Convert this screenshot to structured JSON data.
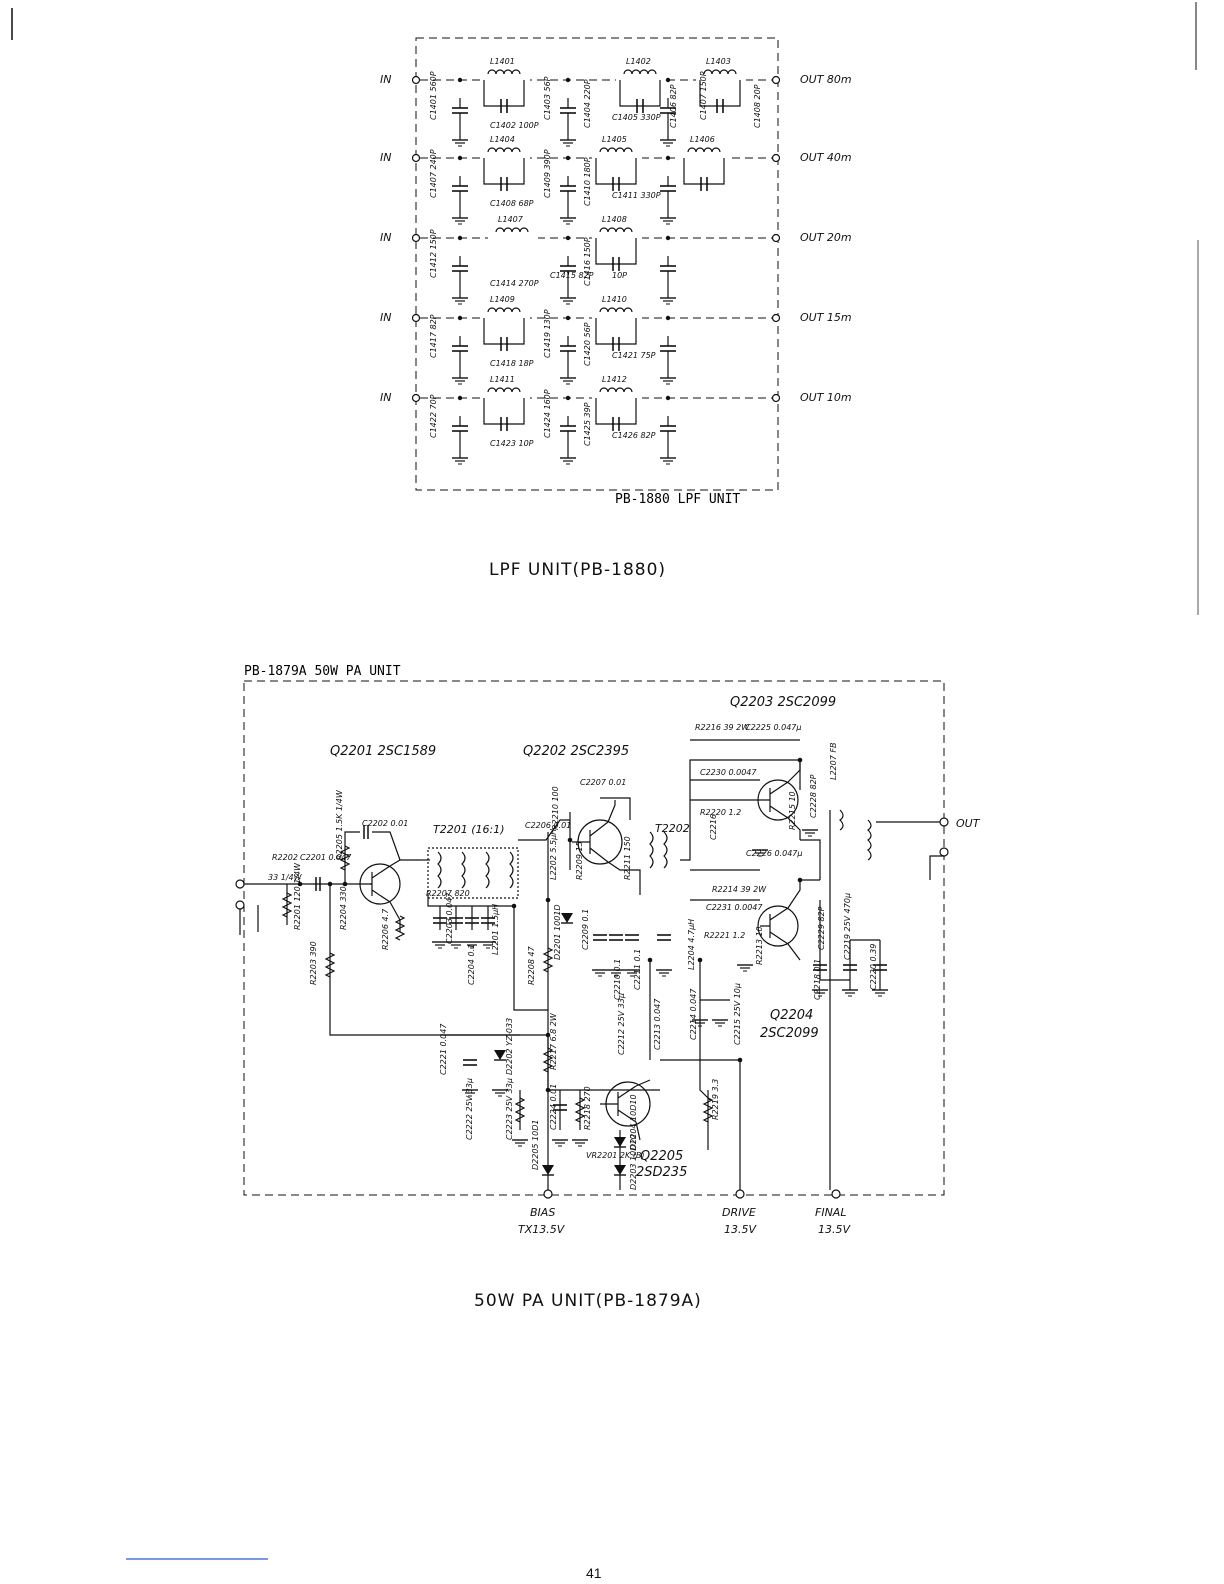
{
  "lpf": {
    "board_title": "PB-1880 LPF UNIT",
    "caption": "LPF UNIT(PB-1880)",
    "in_label": "IN",
    "rows": [
      {
        "out": "OUT 80m",
        "inductors": [
          "L1401",
          "L1402",
          "L1403"
        ],
        "caps": [
          "C1401 560P",
          "C1402 100P",
          "C1403 56P",
          "C1404 220P",
          "C1405 330P",
          "C1406 82P",
          "C1407 150P",
          "C1408 20P"
        ]
      },
      {
        "out": "OUT 40m",
        "inductors": [
          "L1404",
          "L1405",
          "L1406"
        ],
        "caps": [
          "C1407 240P",
          "C1408 68P",
          "C1409 390P",
          "C1410 180P",
          "C1411 330P"
        ]
      },
      {
        "out": "OUT 20m",
        "inductors": [
          "L1407",
          "L1408"
        ],
        "caps": [
          "C1412 150P",
          "C1414 270P",
          "C1415 82P",
          "C1416 150P",
          "10P"
        ]
      },
      {
        "out": "OUT 15m",
        "inductors": [
          "L1409",
          "L1410"
        ],
        "caps": [
          "C1417 82P",
          "C1418 18P",
          "C1419 130P",
          "C1420 56P",
          "C1421 75P"
        ]
      },
      {
        "out": "OUT 10m",
        "inductors": [
          "L1411",
          "L1412"
        ],
        "caps": [
          "C1422 70P",
          "C1423 10P",
          "C1424 160P",
          "C1425 39P",
          "C1426 82P"
        ]
      }
    ]
  },
  "pa": {
    "board_title": "PB-1879A 50W PA UNIT",
    "caption": "50W PA UNIT(PB-1879A)",
    "q2201": "Q2201 2SC1589",
    "q2202": "Q2202 2SC2395",
    "q2203": "Q2203 2SC2099",
    "q2204": [
      "Q2204",
      "2SC2099"
    ],
    "q2205": [
      "Q2205",
      "2SD235"
    ],
    "out_label": "OUT",
    "bias": [
      "BIAS",
      "TX13.5V"
    ],
    "drive": [
      "DRIVE",
      "13.5V"
    ],
    "final": [
      "FINAL",
      "13.5V"
    ],
    "labels": {
      "t2201": "T2201 (16:1)",
      "t2202": "T2202",
      "r2202": "R2202",
      "r2202v": "33 1/4W",
      "c2201": "C2201 0.047",
      "r2201": "R2201 120 1/4W",
      "r2205": "R2205 1.5K 1/4W",
      "c2202": "C2202 0.01",
      "r2204": "R2204 330",
      "r2206": "R2206 4.7",
      "r2203": "R2203 390",
      "r2207": "R2207 820",
      "c2203": "C2203 0.047",
      "c2204": "C2204 0.1",
      "l2201": "L2201 1.5μH",
      "r2208": "R2208 47",
      "c2206": "C2206 0.01",
      "c2207": "C2207 0.01",
      "r2210": "R2210 100",
      "r2209": "R2209 15",
      "r2211": "R2211 150",
      "l2202": "L2202 5.5μH",
      "c2209": "C2209 0.1",
      "d2201": "D2201 1001D",
      "c2216": "C2216",
      "r2216": "R2216 39 2W",
      "c2225": "C2225 0.047μ",
      "c2230": "C2230 0.0047",
      "r2220": "R2220 1.2",
      "r2215": "R2215 10",
      "c2228": "C2228 82P",
      "l2207": "L2207 FB",
      "c2226": "C2226 0.047μ",
      "r2214": "R2214 39 2W",
      "c2231": "C2231 0.0047",
      "r2221": "R2221 1.2",
      "r2213": "R2213 10",
      "c2229": "C2229 82P",
      "c2218": "C2218 0.1",
      "c2219": "C2219 25V 470μ",
      "c2220": "C2220 0.39",
      "l2204": "L2204 4.7μH",
      "c2215": "C2215 25V 10μ",
      "c2214": "C2214 0.047",
      "c2212": "C2212 25V 33μ",
      "c2213": "C2213 0.047",
      "c2211": "C2211 0.1",
      "c2210": "C2210 0.1",
      "c2221": "C2221 0.047",
      "d2202": "D2202 YZ-033",
      "r2217": "R2217 6.8 2W",
      "c2222": "C2222 25V 33μ",
      "c2223": "C2223 25V 33μ",
      "c2224": "C2224 0.01",
      "r2218": "R2218 270",
      "vr2201": "VR2201 2K (B)",
      "d2204": "D2204 10D10",
      "d2203": "D2203 10D10",
      "d2205": "D2205 10D1",
      "r2219": "R2219 3.3"
    }
  },
  "page_number": "41"
}
